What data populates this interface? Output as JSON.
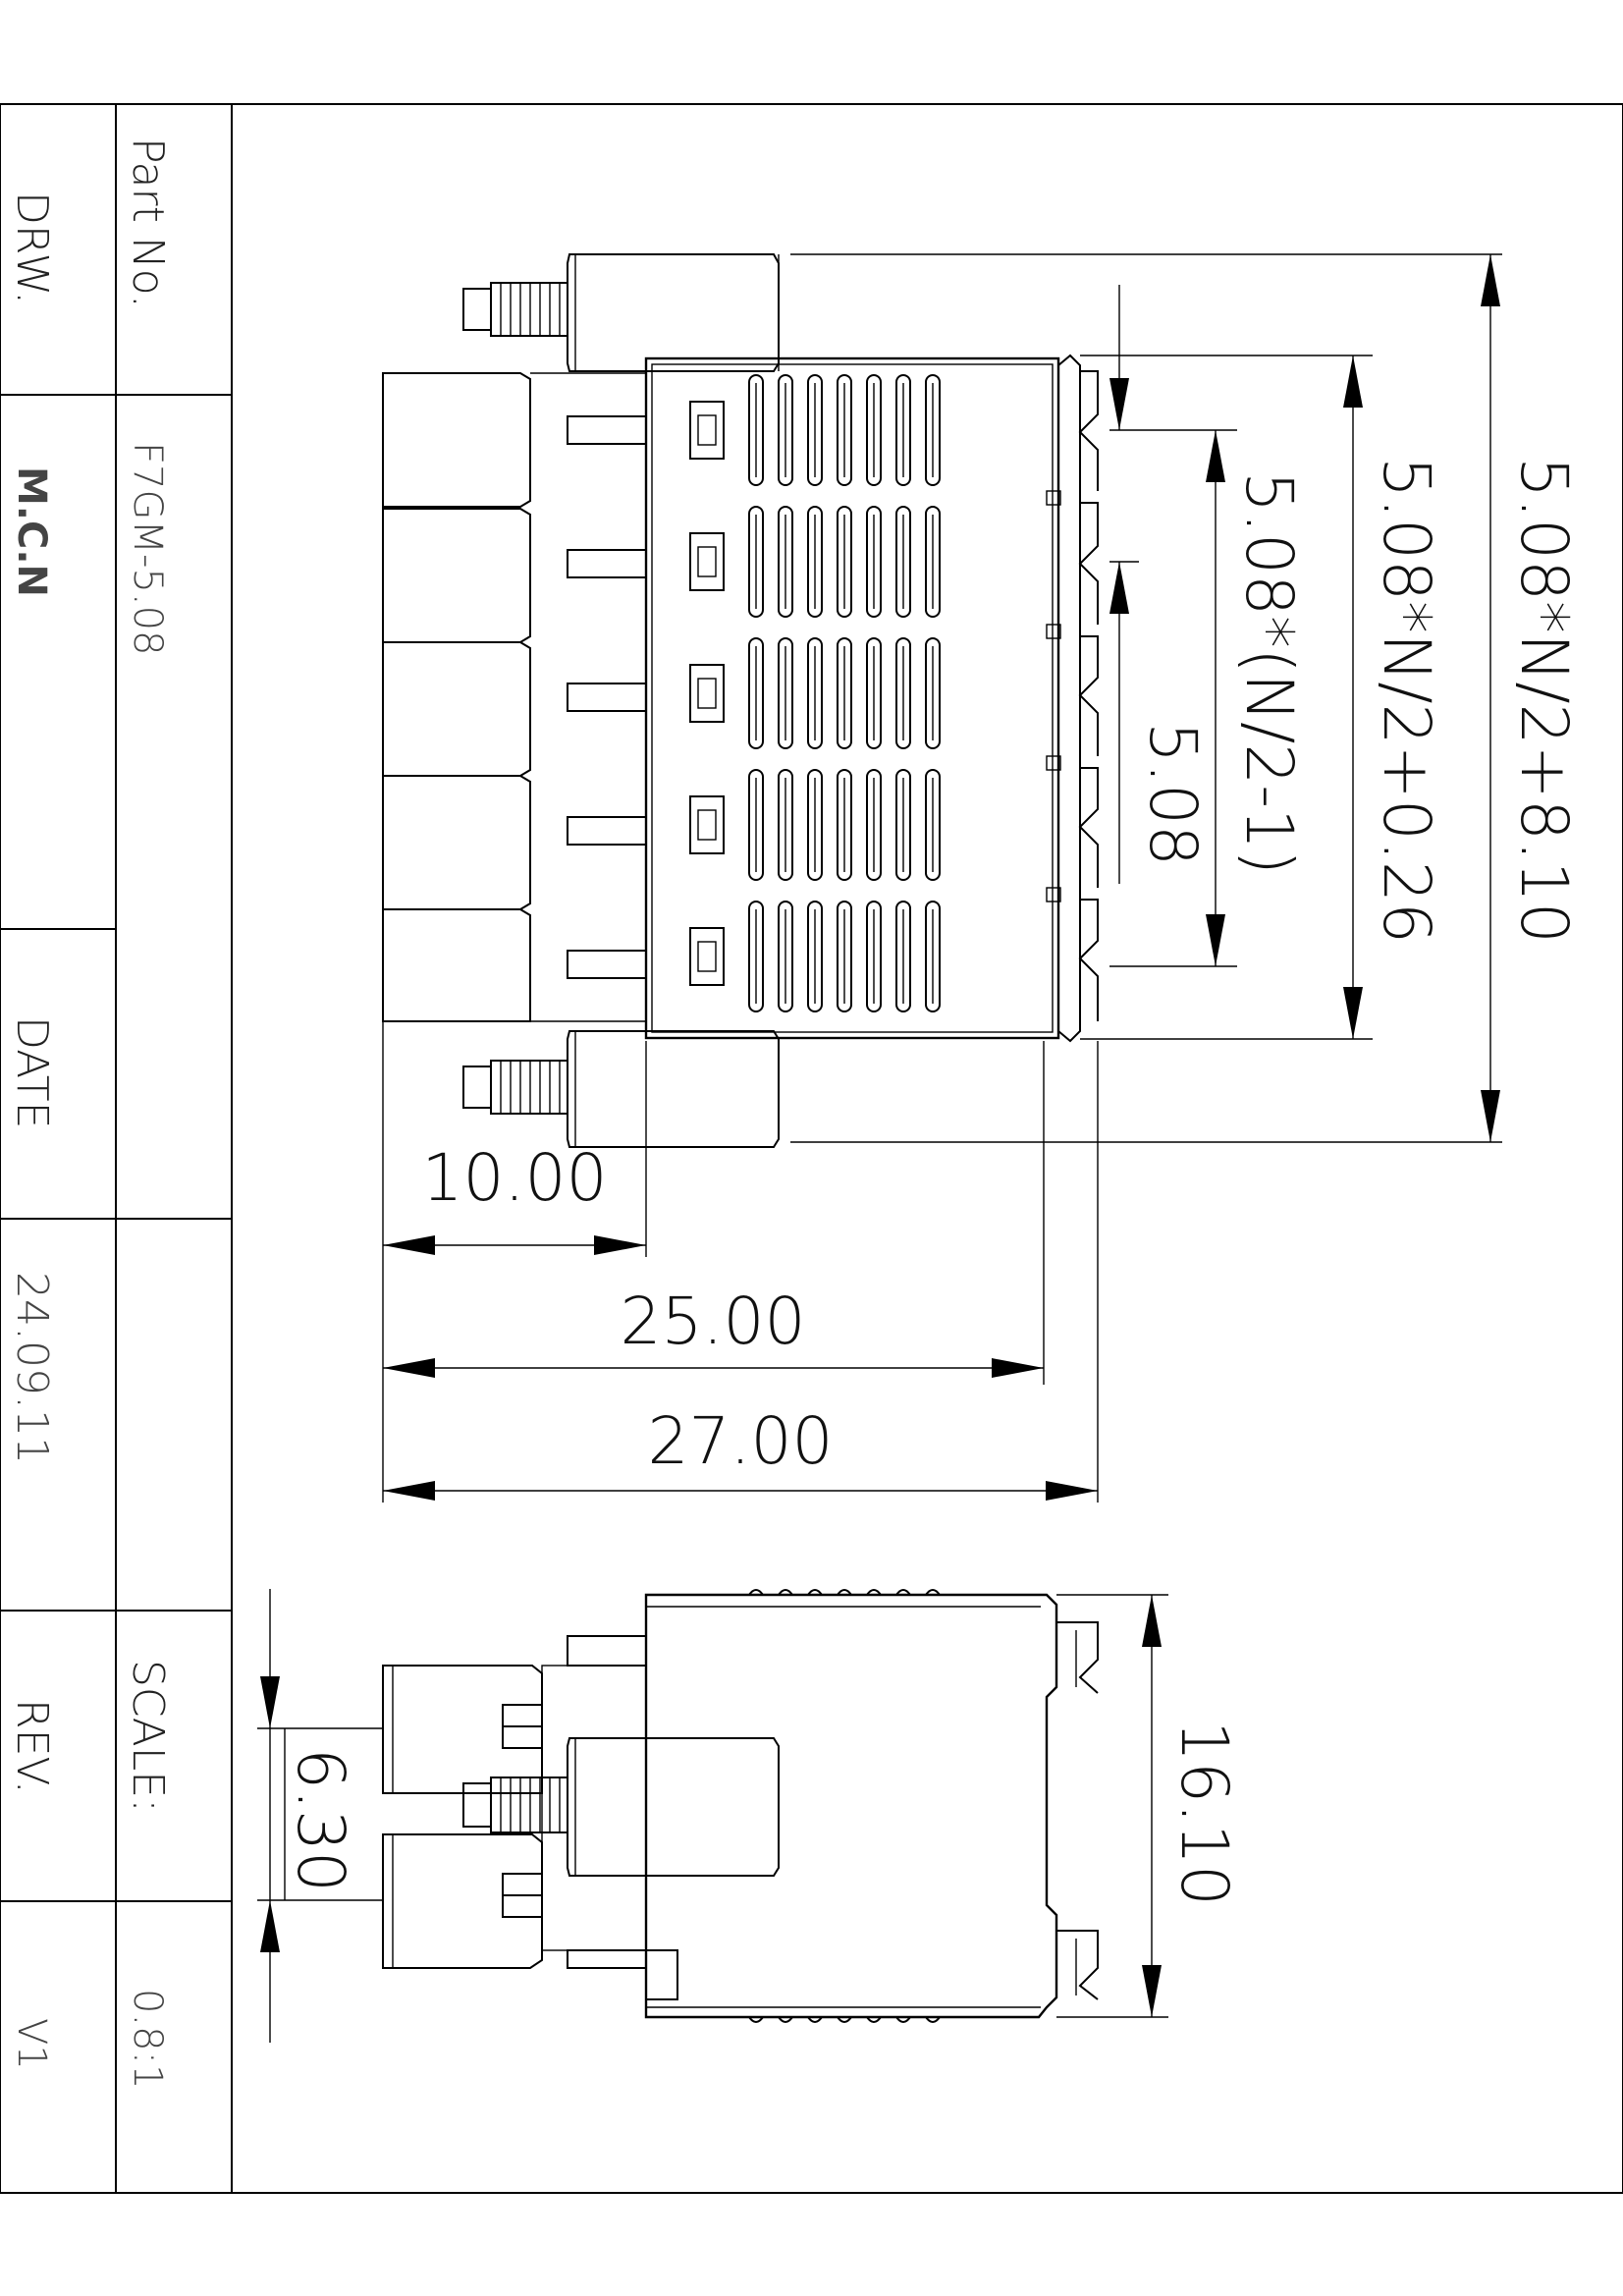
{
  "title_block": {
    "part_no_label": "Part No.",
    "part_no_value": "F7GM-5.08",
    "drw_label": "DRW.",
    "drw_value": "M.C.N",
    "date_label": "DATE",
    "date_value": "24.09.11",
    "scale_label": "SCALE:",
    "scale_value": "0.8:1",
    "rev_label": "REV.",
    "rev_value": "V1"
  },
  "dimensions": {
    "total_height": "5.08*N/2+8.10",
    "body_height": "5.08*N/2+0.26",
    "pitch_span": "5.08*(N/2-1)",
    "pitch": "5.08",
    "flange_depth": "10.00",
    "body_depth": "25.00",
    "overall_depth": "27.00",
    "side_height": "16.10",
    "row_spacing": "6.30"
  }
}
